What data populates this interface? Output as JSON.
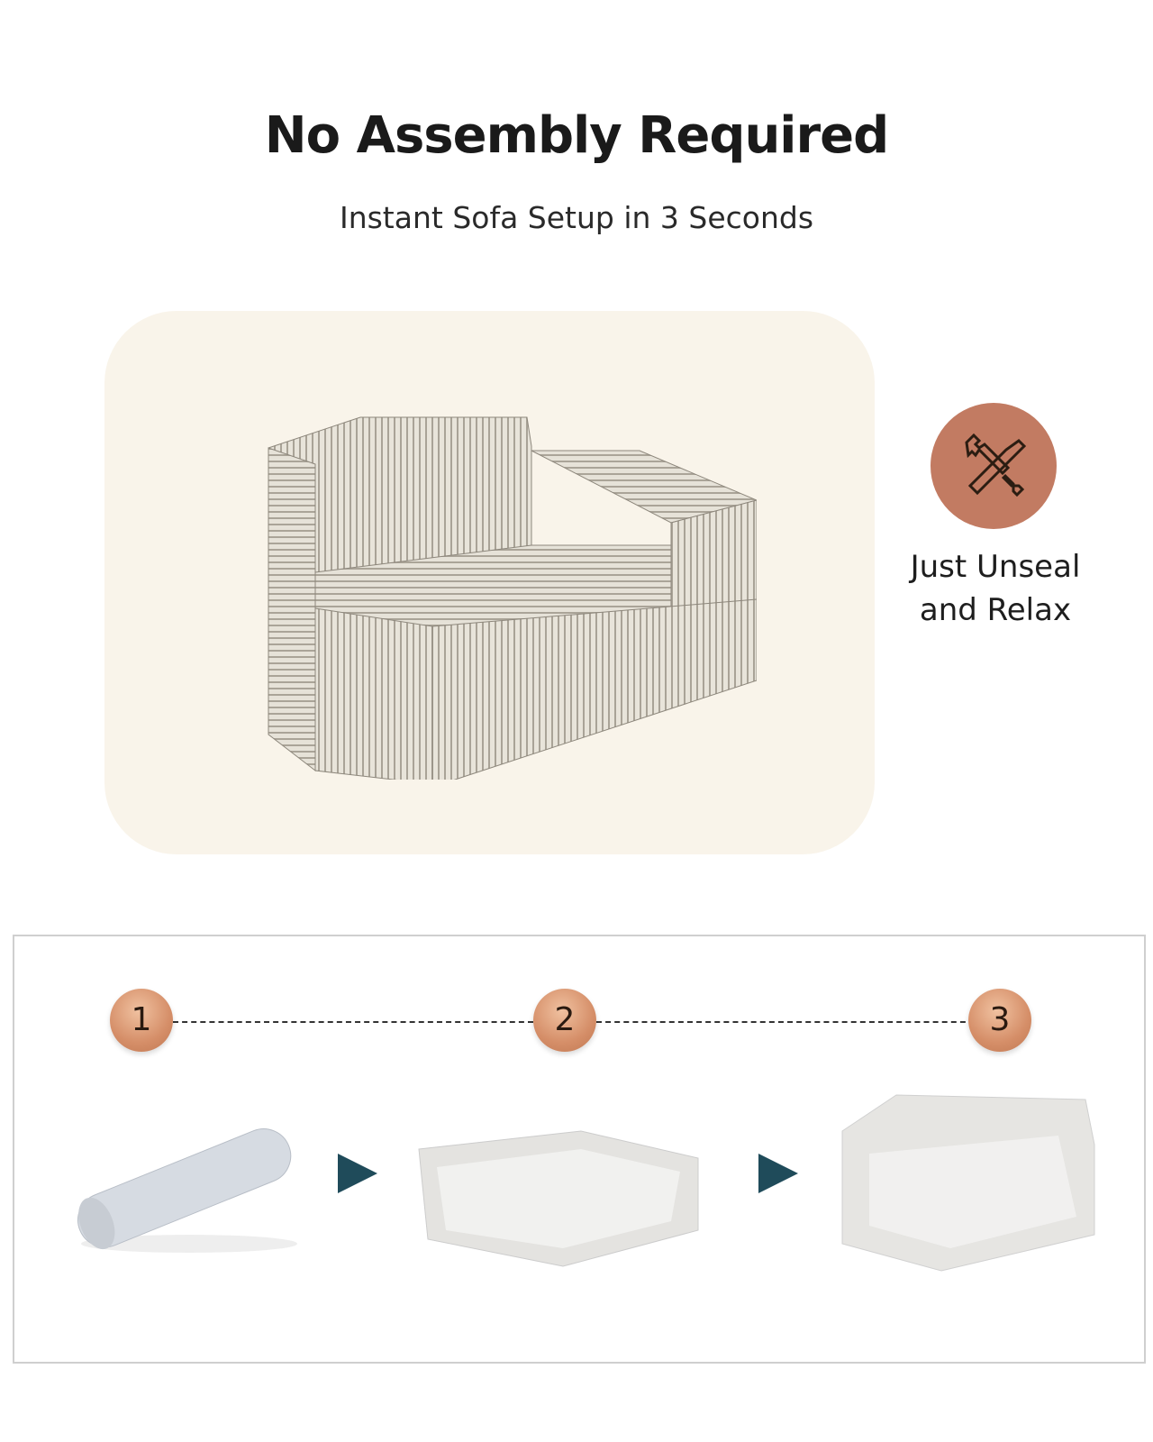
{
  "header": {
    "title": "No Assembly Required",
    "subtitle": "Instant Sofa Setup in 3 Seconds"
  },
  "feature": {
    "icon": "tools-icon",
    "line1": "Just Unseal",
    "line2": "and Relax",
    "badge_color": "#c27b62"
  },
  "steps": [
    {
      "number": "1"
    },
    {
      "number": "2"
    },
    {
      "number": "3"
    }
  ],
  "colors": {
    "panel": "#f9f4ea",
    "arrow": "#1f4b5a"
  }
}
